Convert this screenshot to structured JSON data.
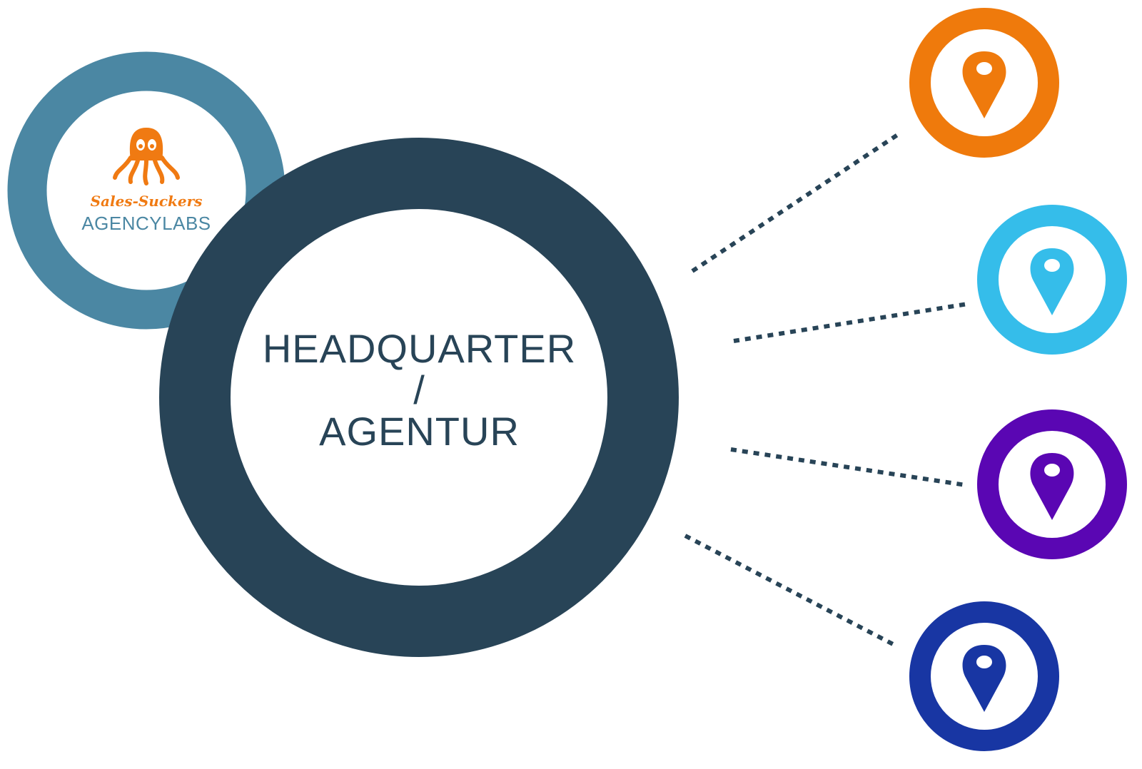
{
  "headquarter": {
    "line1": "HEADQUARTER",
    "line2": "/",
    "line3": "AGENTUR",
    "ring_color": "#284457"
  },
  "agency": {
    "brand_script": "Sales-Suckers",
    "brand_name": "AGENCYLABS",
    "ring_color": "#4b87a3",
    "logo_color": "#f07a12",
    "logo_icon": "octopus-icon"
  },
  "locations": [
    {
      "color": "#ef7a0c",
      "icon": "location-pin-icon"
    },
    {
      "color": "#35bdea",
      "icon": "location-pin-icon"
    },
    {
      "color": "#5a06b3",
      "icon": "location-pin-icon"
    },
    {
      "color": "#1836a3",
      "icon": "location-pin-icon"
    }
  ],
  "connector_color": "#284457"
}
